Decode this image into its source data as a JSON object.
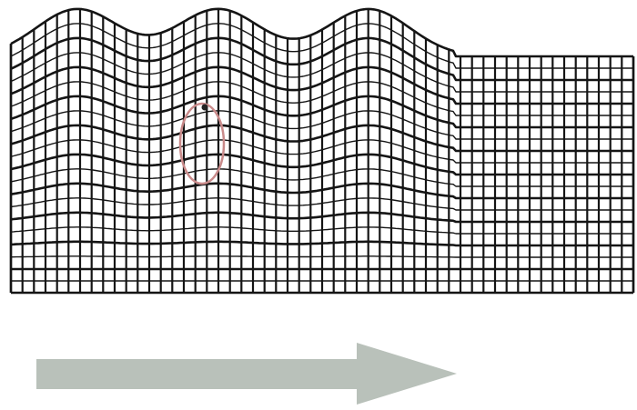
{
  "diagram": {
    "type": "wave-propagation-illustration",
    "wave_crest_count": 3,
    "highlighted_region": "particle-motion-ellipse",
    "arrow_direction": "right"
  },
  "colors": {
    "background": "#ffffff",
    "grid_line": "#151515",
    "highlight_ellipse": "#c98a8a",
    "highlight_dot": "#222222",
    "arrow_fill": "#b9c1ba"
  }
}
